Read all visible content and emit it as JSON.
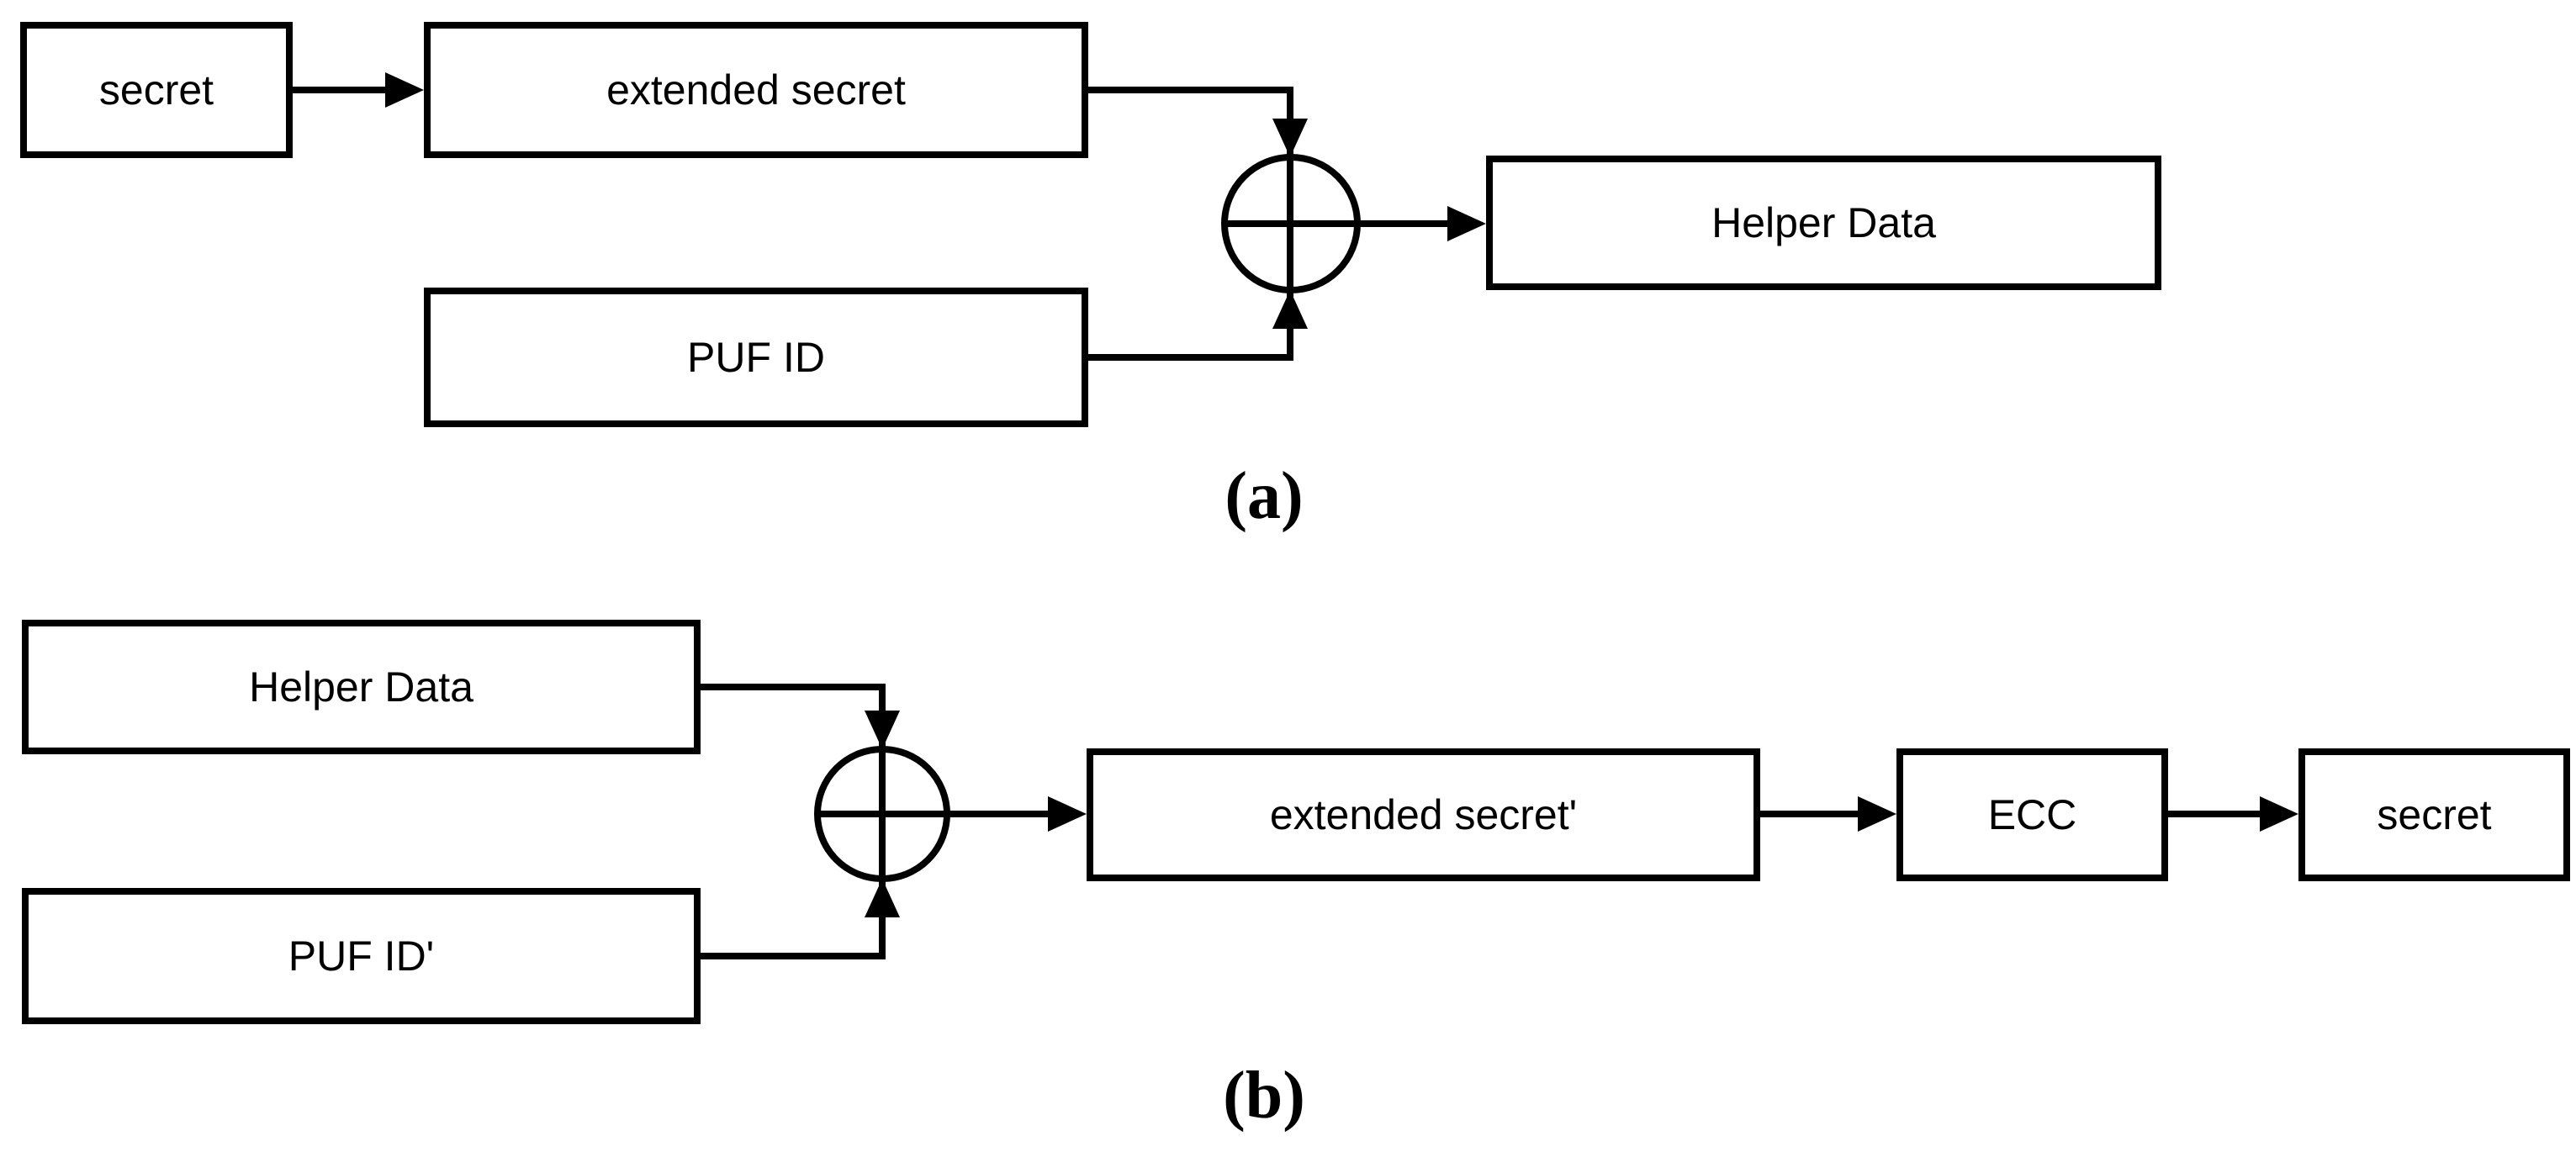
{
  "figure": {
    "background_color": "#ffffff",
    "stroke_color": "#000000",
    "text_color": "#000000",
    "diagram_a": {
      "caption": "(a)",
      "operator_icon": "xor-circle-plus",
      "nodes": [
        {
          "id": "secret",
          "label": "secret"
        },
        {
          "id": "extended-secret",
          "label": "extended secret"
        },
        {
          "id": "puf-id",
          "label": "PUF ID"
        },
        {
          "id": "helper-data",
          "label": "Helper Data"
        }
      ]
    },
    "diagram_b": {
      "caption": "(b)",
      "operator_icon": "xor-circle-plus",
      "nodes": [
        {
          "id": "helper-data",
          "label": "Helper Data"
        },
        {
          "id": "puf-id-prime",
          "label": "PUF ID'"
        },
        {
          "id": "extended-secret-prime",
          "label": "extended secret'"
        },
        {
          "id": "ecc",
          "label": "ECC"
        },
        {
          "id": "secret",
          "label": "secret"
        }
      ]
    }
  }
}
